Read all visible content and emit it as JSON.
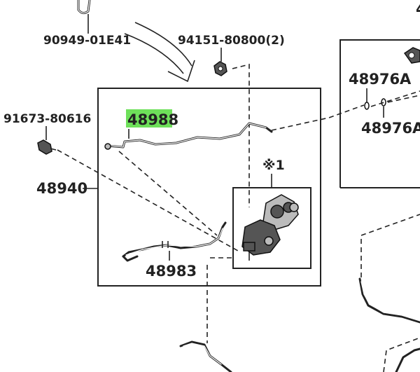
{
  "labels": {
    "part_90949": "90949-01E41",
    "part_94151": "94151-80800(2)",
    "part_91673": "91673-80616",
    "part_48940": "48940",
    "part_48988": "48988",
    "part_48983": "48983",
    "part_48976a_top": "48976A",
    "part_48976a_bottom": "48976A",
    "note_mark": "※1",
    "corner_fragment": "4"
  },
  "colors": {
    "highlight": "#6ee05a",
    "ink": "#222222"
  }
}
